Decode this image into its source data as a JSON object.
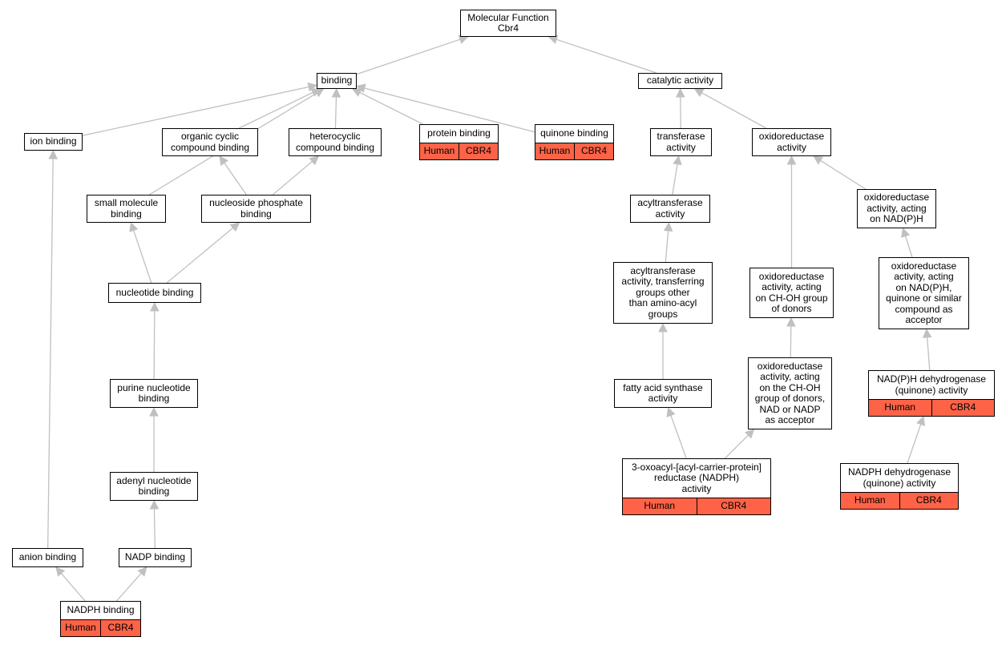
{
  "annotation_color": "#ff6347",
  "edge_color": "#c0c0c0",
  "nodes": {
    "mf": {
      "label": "Molecular Function\nCbr4"
    },
    "bind": {
      "label": "binding"
    },
    "cat": {
      "label": "catalytic activity"
    },
    "ion": {
      "label": "ion binding"
    },
    "ocb": {
      "label": "organic cyclic\ncompound binding"
    },
    "hcb": {
      "label": "heterocyclic\ncompound binding"
    },
    "prot": {
      "label": "protein binding",
      "annotations": [
        "Human",
        "CBR4"
      ]
    },
    "quin": {
      "label": "quinone binding",
      "annotations": [
        "Human",
        "CBR4"
      ]
    },
    "trans": {
      "label": "transferase\nactivity"
    },
    "oxred": {
      "label": "oxidoreductase\nactivity"
    },
    "smb": {
      "label": "small molecule\nbinding"
    },
    "npb": {
      "label": "nucleoside phosphate\nbinding"
    },
    "acyl": {
      "label": "acyltransferase\nactivity"
    },
    "oxnadph": {
      "label": "oxidoreductase\nactivity, acting\non NAD(P)H"
    },
    "nucb": {
      "label": "nucleotide binding"
    },
    "acyl2": {
      "label": "acyltransferase\nactivity, transferring\ngroups other\nthan amino-acyl\ngroups"
    },
    "oxchoh": {
      "label": "oxidoreductase\nactivity, acting\non CH-OH group\nof donors"
    },
    "oxnadphq": {
      "label": "oxidoreductase\nactivity, acting\non NAD(P)H,\nquinone or similar\ncompound as\nacceptor"
    },
    "pnb": {
      "label": "purine nucleotide\nbinding"
    },
    "fas": {
      "label": "fatty acid synthase\nactivity"
    },
    "oxchohnad": {
      "label": "oxidoreductase\nactivity, acting\non the CH-OH\ngroup of donors,\nNAD or NADP\nas acceptor"
    },
    "nadphq": {
      "label": "NAD(P)H dehydrogenase\n(quinone) activity",
      "annotations": [
        "Human",
        "CBR4"
      ]
    },
    "oxoacyl": {
      "label": "3-oxoacyl-[acyl-carrier-protein]\nreductase (NADPH)\nactivity",
      "annotations": [
        "Human",
        "CBR4"
      ]
    },
    "anb": {
      "label": "adenyl nucleotide\nbinding"
    },
    "nadphdq": {
      "label": "NADPH dehydrogenase\n(quinone) activity",
      "annotations": [
        "Human",
        "CBR4"
      ]
    },
    "anion": {
      "label": "anion binding"
    },
    "nadp": {
      "label": "NADP binding"
    },
    "nadphb": {
      "label": "NADPH binding",
      "annotations": [
        "Human",
        "CBR4"
      ]
    }
  },
  "edges": [
    [
      "bind",
      "mf"
    ],
    [
      "cat",
      "mf"
    ],
    [
      "ion",
      "bind"
    ],
    [
      "ocb",
      "bind"
    ],
    [
      "hcb",
      "bind"
    ],
    [
      "prot",
      "bind"
    ],
    [
      "quin",
      "bind"
    ],
    [
      "smb",
      "bind"
    ],
    [
      "trans",
      "cat"
    ],
    [
      "oxred",
      "cat"
    ],
    [
      "npb",
      "ocb"
    ],
    [
      "npb",
      "hcb"
    ],
    [
      "nucb",
      "smb"
    ],
    [
      "nucb",
      "npb"
    ],
    [
      "pnb",
      "nucb"
    ],
    [
      "anb",
      "pnb"
    ],
    [
      "nadp",
      "anb"
    ],
    [
      "nadphb",
      "nadp"
    ],
    [
      "nadphb",
      "anion"
    ],
    [
      "anion",
      "ion"
    ],
    [
      "acyl",
      "trans"
    ],
    [
      "acyl2",
      "acyl"
    ],
    [
      "fas",
      "acyl2"
    ],
    [
      "oxoacyl",
      "fas"
    ],
    [
      "oxchoh",
      "oxred"
    ],
    [
      "oxnadph",
      "oxred"
    ],
    [
      "oxchohnad",
      "oxchoh"
    ],
    [
      "oxoacyl",
      "oxchohnad"
    ],
    [
      "oxnadphq",
      "oxnadph"
    ],
    [
      "nadphq",
      "oxnadphq"
    ],
    [
      "nadphdq",
      "nadphq"
    ]
  ]
}
